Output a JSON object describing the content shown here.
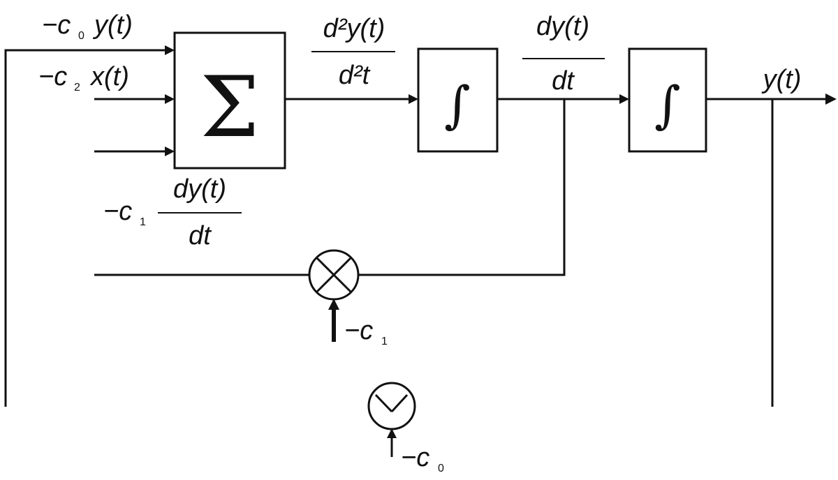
{
  "colors": {
    "ink": "#111111",
    "background": "#ffffff"
  },
  "blocks": {
    "summer_symbol": "Σ",
    "integrator1_symbol": "∫",
    "integrator2_symbol": "∫"
  },
  "inputs": {
    "top": {
      "prefix": "−c",
      "subscript": "0",
      "expr": "y(t)"
    },
    "mid": {
      "prefix": "−c",
      "subscript": "2",
      "expr": "x(t)"
    },
    "bottom": {
      "prefix": "−c",
      "subscript": "1",
      "num": "dy(t)",
      "den": "dt"
    }
  },
  "signals": {
    "second_derivative": {
      "num": "d²y(t)",
      "den": "d²t"
    },
    "first_derivative": {
      "num": "dy(t)",
      "den": "dt"
    },
    "output": "y(t)"
  },
  "multipliers": {
    "c1": {
      "prefix": "−c",
      "subscript": "1"
    },
    "c0": {
      "prefix": "−c",
      "subscript": "0"
    }
  }
}
